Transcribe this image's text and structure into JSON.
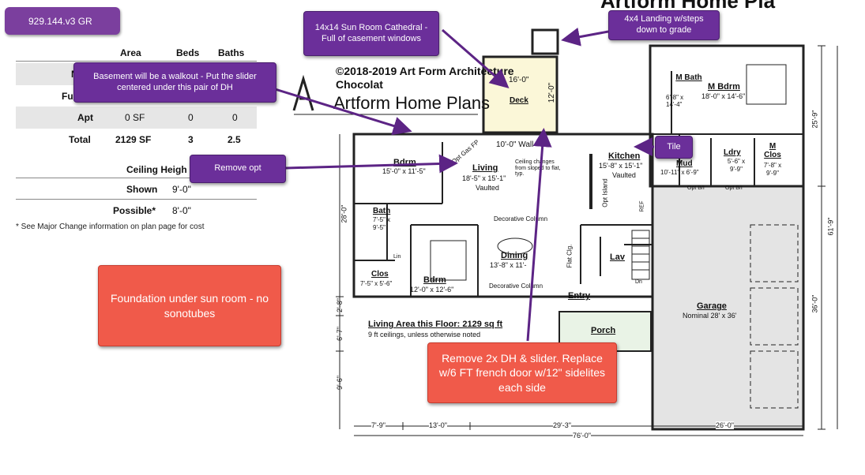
{
  "header": {
    "plan_id": "929.144.v3 GR",
    "copyright_line1": "©2018-2019 Art Form Architecture",
    "copyright_line2": "Chocolat",
    "brand": "Artform Home Plans",
    "top_right_brand": "Artform Home Pla"
  },
  "stats": {
    "col_area": "Area",
    "col_beds": "Beds",
    "col_baths": "Baths",
    "rows": [
      {
        "label": "N",
        "area": "",
        "beds": "",
        "baths": ""
      },
      {
        "label": "Fu",
        "area": "",
        "beds": "",
        "baths": ""
      },
      {
        "label": "Apt",
        "area": "0 SF",
        "beds": "0",
        "baths": "0"
      },
      {
        "label": "Total",
        "area": "2129 SF",
        "beds": "3",
        "baths": "2.5"
      }
    ],
    "ceiling_heading": "Ceiling Heigh",
    "shown_label": "Shown",
    "shown_value": "9'-0\"",
    "possible_label": "Possible*",
    "possible_value": "8'-0\"",
    "footnote": "* See Major Change information on plan page for cost"
  },
  "callouts": {
    "sun_room": "14x14 Sun Room Cathedral - Full of casement windows",
    "landing": "4x4 Landing w/steps down to grade",
    "basement": "Basement will be a walkout - Put the slider centered under this pair of DH",
    "remove_opt": "Remove opt",
    "tile": "Tile",
    "foundation": "Foundation under sun room - no sonotubes",
    "french_door": "Remove 2x DH & slider. Replace w/6 FT french door w/12\" sidelites each side"
  },
  "rooms": {
    "deck_dim": "16'-0\"",
    "deck": "Deck",
    "deck_depth": "12'-0\"",
    "wall": "10'-0\" Wall",
    "bdrm1": "Bdrm",
    "bdrm1_dim": "15'-0\" x 11'-5\"",
    "gas_fp": "Opt Gas FP",
    "living": "Living",
    "living_dim": "18'-5\" x 15'-1\"",
    "vaulted": "Vaulted",
    "ceiling_note": "Ceiling changes from sloped to flat, typ.",
    "kitchen": "Kitchen",
    "kitchen_dim": "15'-8\" x 15'-1\"",
    "kitchen_vaulted": "Vaulted",
    "opt_island": "Opt Island",
    "ref": "REF",
    "mbath": "M Bath",
    "mbath_dim": "6'-8\" x 14'-4\"",
    "mbdrm": "M Bdrm",
    "mbdrm_dim": "18'-0\" x 14'-6\"",
    "mud": "Mud",
    "mud_dim": "10'-11\" x 6'-9\"",
    "ldry": "Ldry",
    "ldry_dim": "5'-6\" x 9'-9\"",
    "mclos": "M Clos",
    "mclos_dim": "7'-8\" x 9'-9\"",
    "opt_bi": "Opt B/I",
    "bath": "Bath",
    "bath_dim": "7'-5\" x 9'-5\"",
    "lin": "Lin",
    "clos": "Clos",
    "clos_dim": "7'-5\" x 5'-6\"",
    "bdrm2": "Bdrm",
    "bdrm2_dim": "12'-0\" x 12'-6\"",
    "decorative_col": "Decorative Column",
    "dining": "Dining",
    "dining_dim": "13'-8\" x 11'-",
    "flat_clg": "Flat Clg.",
    "lav": "Lav",
    "dn": "Dn",
    "entry": "Entry",
    "porch": "Porch",
    "garage": "Garage",
    "garage_dim": "Nominal 28' x 36'",
    "living_area": "Living Area this Floor: 2129 sq ft",
    "ceilings_note": "9 ft ceilings, unless otherwise noted"
  },
  "dimensions": {
    "right_top": "25'-9\"",
    "right_total": "61'-9\"",
    "right_mid": "36'-0\"",
    "left_28": "28'-0\"",
    "left_2_8": "2'-8\"",
    "left_6_7": "6'-7\"",
    "left_9_6": "9'-6\"",
    "bottom_7_9": "7'-9\"",
    "bottom_13": "13'-0\"",
    "bottom_29_3": "29'-3\"",
    "bottom_26": "26'-0\"",
    "bottom_total": "76'-0\""
  },
  "colors": {
    "callout_purple": "#6b2f9a",
    "callout_red": "#f05a4a",
    "deck_fill": "#fbf7d8",
    "porch_fill": "#e9f3e6",
    "garage_fill": "#e4e4e4"
  }
}
